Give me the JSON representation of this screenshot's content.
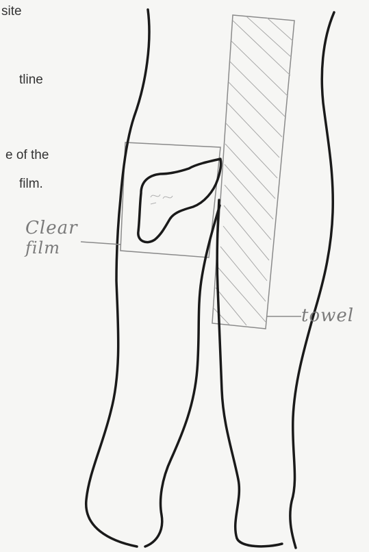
{
  "instructions": {
    "line1": "site",
    "line2": "tline",
    "line3": "e of the",
    "line4": "film."
  },
  "labels": {
    "clear_line1": "Clear",
    "clear_line2": "film",
    "towel": "towel"
  },
  "colors": {
    "outline": "#1a1a1a",
    "pencil": "#8a8a8a",
    "paper": "#f6f6f4"
  }
}
